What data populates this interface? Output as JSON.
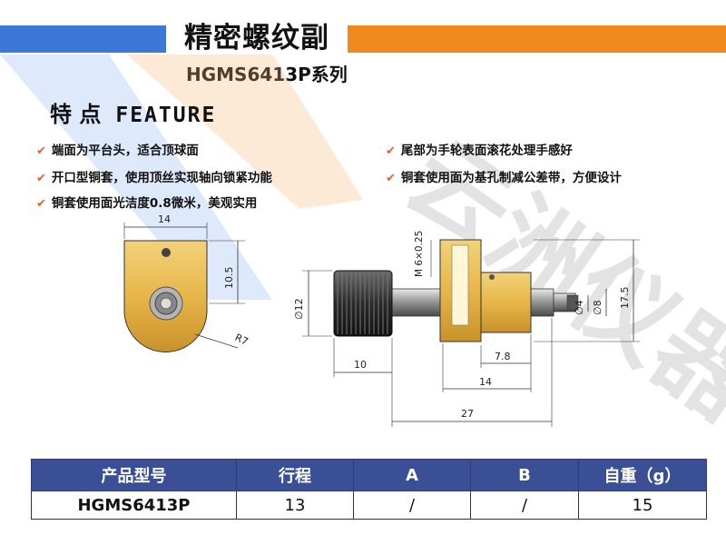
{
  "header": {
    "title": "精密螺纹副",
    "subtitle": "HGMS6413P系列",
    "accent_left": "#3c78d8",
    "accent_right": "#f08a1c"
  },
  "features": {
    "heading_cn": "特 点",
    "heading_en": "FEATURE",
    "items": [
      "端面为平台头，适合顶球面",
      "尾部为手轮表面滚花处理手感好",
      "开口型铜套，使用顶丝实现轴向锁紧功能",
      "铜套使用面为基孔制减公差带，方便设计",
      "铜套使用面光洁度0.8微米，美观实用"
    ],
    "check_icon": "check-icon"
  },
  "watermark": {
    "text": "云洲仪器"
  },
  "drawing": {
    "dims": {
      "w14": "14",
      "h10_5": "10.5",
      "r7": "R7",
      "thread": "M 6×0.25",
      "d12": "∅12",
      "d4": "∅4",
      "d8": "∅8",
      "h17_5": "17.5",
      "l7_8": "7.8",
      "l10": "10",
      "l14": "14",
      "l27": "27"
    }
  },
  "table": {
    "headers": [
      "产品型号",
      "行程",
      "A",
      "B",
      "自重（g）"
    ],
    "rows": [
      [
        "HGMS6413P",
        "13",
        "/",
        "/",
        "15"
      ]
    ]
  }
}
